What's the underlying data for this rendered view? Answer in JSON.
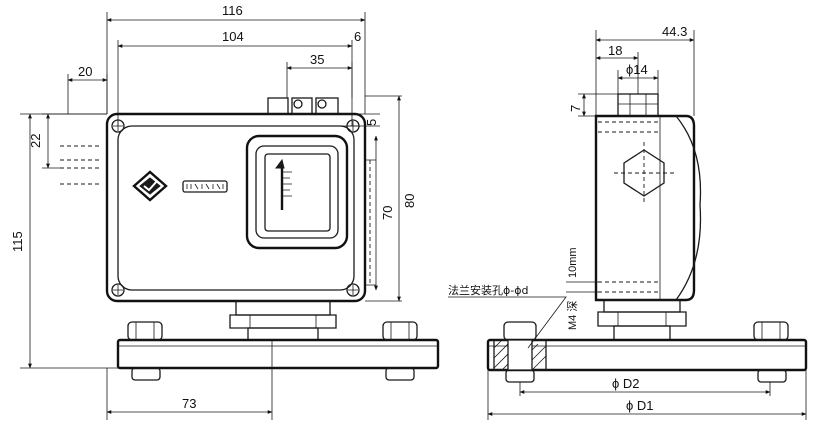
{
  "front_view": {
    "dim_overall_width": "116",
    "dim_inner_width": "104",
    "dim_offset_right": "6",
    "dim_fitting_offset": "35",
    "dim_left_offset": "20",
    "dim_hole_spacing": "22",
    "dim_top_gap": "5",
    "dim_window_height": "70",
    "dim_body_height": "80",
    "dim_total_height": "115",
    "dim_base_offset": "73"
  },
  "side_view": {
    "dim_depth": "44.3",
    "dim_fitting_offset": "18",
    "dim_fitting_dia": "ϕ14",
    "dim_top_gap": "7",
    "dim_depth_10mm": "10mm",
    "dim_thread": "M4 深",
    "dim_bolt_circle": "ϕ D2",
    "dim_flange_dia": "ϕ D1",
    "note_flange_holes": "法兰安装孔ϕ-ϕd"
  },
  "colors": {
    "ink": "#1a1a1a",
    "paper": "#ffffff"
  }
}
